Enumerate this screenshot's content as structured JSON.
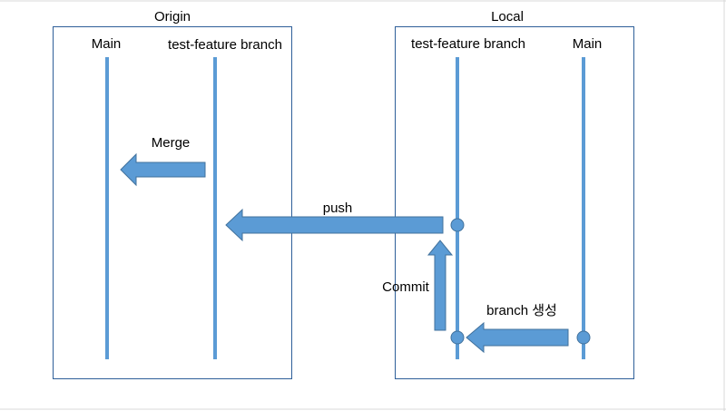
{
  "colors": {
    "box_stroke": "#2e5f99",
    "line": "#5b9bd5",
    "arrow_fill": "#5b9bd5",
    "arrow_stroke": "#41719c",
    "text": "#000000"
  },
  "origin": {
    "title": "Origin",
    "main_label": "Main",
    "branch_label": "test-feature branch"
  },
  "local": {
    "title": "Local",
    "branch_label": "test-feature branch",
    "main_label": "Main"
  },
  "arrows": {
    "merge_label": "Merge",
    "push_label": "push",
    "commit_label": "Commit",
    "branch_create_label": "branch 생성"
  }
}
